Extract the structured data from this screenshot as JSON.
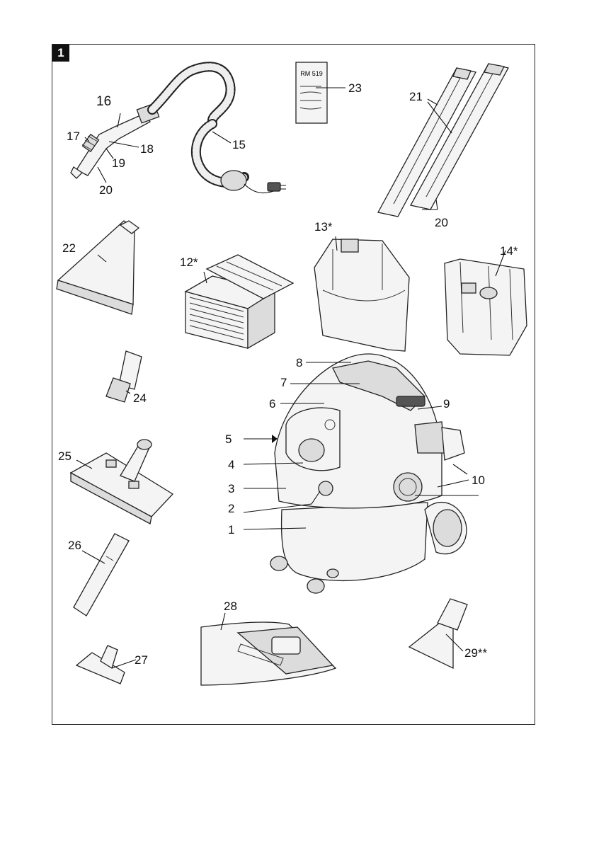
{
  "figure": {
    "number": "1"
  },
  "manual_card": {
    "text": "RM 519"
  },
  "labels": [
    {
      "id": "1",
      "text": "1"
    },
    {
      "id": "2",
      "text": "2"
    },
    {
      "id": "3",
      "text": "3"
    },
    {
      "id": "4",
      "text": "4"
    },
    {
      "id": "5",
      "text": "5"
    },
    {
      "id": "6",
      "text": "6"
    },
    {
      "id": "7",
      "text": "7"
    },
    {
      "id": "8",
      "text": "8"
    },
    {
      "id": "9",
      "text": "9"
    },
    {
      "id": "10",
      "text": "10"
    },
    {
      "id": "12",
      "text": "12*"
    },
    {
      "id": "13",
      "text": "13*"
    },
    {
      "id": "14",
      "text": "14*"
    },
    {
      "id": "15",
      "text": "15"
    },
    {
      "id": "16",
      "text": "16"
    },
    {
      "id": "17",
      "text": "17"
    },
    {
      "id": "18",
      "text": "18"
    },
    {
      "id": "19",
      "text": "19"
    },
    {
      "id": "20a",
      "text": "20"
    },
    {
      "id": "20b",
      "text": "20"
    },
    {
      "id": "21",
      "text": "21"
    },
    {
      "id": "22",
      "text": "22"
    },
    {
      "id": "23",
      "text": "23"
    },
    {
      "id": "24",
      "text": "24"
    },
    {
      "id": "25",
      "text": "25"
    },
    {
      "id": "26",
      "text": "26"
    },
    {
      "id": "27",
      "text": "27"
    },
    {
      "id": "28",
      "text": "28"
    },
    {
      "id": "29",
      "text": "29**"
    }
  ]
}
